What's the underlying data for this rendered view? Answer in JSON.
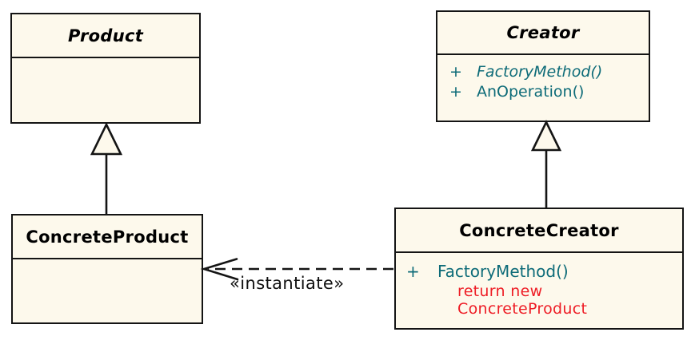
{
  "classes": {
    "product": {
      "name": "Product",
      "stereotype": "abstract"
    },
    "creator": {
      "name": "Creator",
      "stereotype": "abstract",
      "methods": [
        {
          "visibility": "+",
          "name": "FactoryMethod()",
          "abstract": true
        },
        {
          "visibility": "+",
          "name": "AnOperation()",
          "abstract": false
        }
      ]
    },
    "concrete_product": {
      "name": "ConcreteProduct"
    },
    "concrete_creator": {
      "name": "ConcreteCreator",
      "methods": [
        {
          "visibility": "+",
          "name": "FactoryMethod()",
          "abstract": false
        }
      ],
      "code_note": [
        "return new",
        "ConcreteProduct"
      ]
    }
  },
  "relationships": {
    "generalizations": [
      {
        "from": "ConcreteProduct",
        "to": "Product"
      },
      {
        "from": "ConcreteCreator",
        "to": "Creator"
      }
    ],
    "dependency": {
      "from": "ConcreteCreator",
      "to": "ConcreteProduct",
      "label": "«instantiate»",
      "style": "dashed-open-arrow"
    }
  },
  "colors": {
    "box_fill": "#fdf9ec",
    "border": "#141414",
    "method_text": "#0d6b78",
    "code_note_text": "#ee1c25",
    "label_text": "#101010",
    "background": "#ffffff"
  }
}
